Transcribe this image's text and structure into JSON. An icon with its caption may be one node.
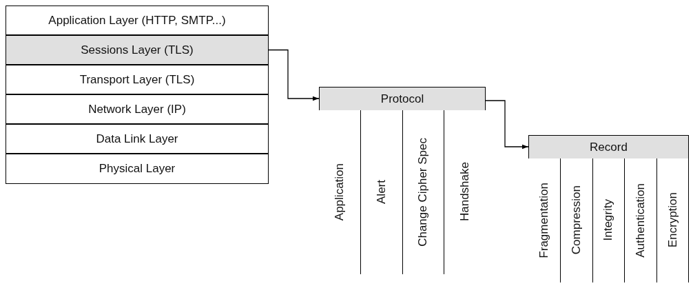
{
  "diagram": {
    "nodes": [
      {
        "text": [
          "Application Layer (HTTP, SMTP...)"
        ]
      },
      {
        "text": [
          "Sessions Layer (TLS)"
        ]
      },
      {
        "text": [
          "Transport Layer (TLS)"
        ]
      },
      {
        "text": [
          "Network Layer (IP)"
        ]
      },
      {
        "text": [
          "Data Link Layer"
        ]
      },
      {
        "text": [
          "Physical Layer"
        ]
      },
      {
        "text": [
          "Protocol"
        ]
      },
      {
        "text": [
          "Application"
        ],
        "in": 6
      },
      {
        "text": [
          "Alert"
        ],
        "in": 6
      },
      {
        "text": [
          "Change Cipher Spec"
        ],
        "in": 6
      },
      {
        "text": [
          "Handshake"
        ],
        "in": 6
      },
      {
        "text": [
          "Record"
        ]
      },
      {
        "text": [
          "Fragmentation"
        ],
        "in": 11
      },
      {
        "text": [
          "Compression"
        ],
        "in": 11
      },
      {
        "text": [
          "Integrity"
        ],
        "in": 11
      },
      {
        "text": [
          "Authentication"
        ],
        "in": 11
      },
      {
        "text": [
          "Encryption"
        ],
        "in": 11
      }
    ],
    "edges": [
      {
        "from": 1,
        "to": 6,
        "arrow": "to"
      },
      {
        "from": 6,
        "to": 11,
        "arrow": "to"
      }
    ]
  }
}
